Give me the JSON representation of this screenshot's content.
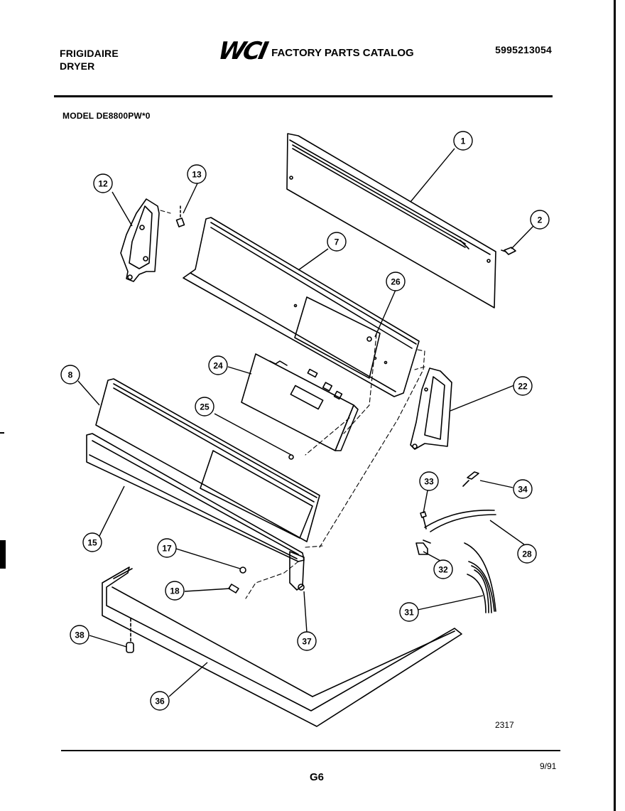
{
  "header": {
    "brand_line1": "FRIGIDAIRE",
    "brand_line2": "DRYER",
    "logo": "WCI",
    "catalog_title": "FACTORY PARTS CATALOG",
    "part_number": "5995213054",
    "model": "MODEL DE8800PW*0"
  },
  "diagram": {
    "callouts": [
      "1",
      "2",
      "7",
      "8",
      "12",
      "13",
      "15",
      "17",
      "18",
      "22",
      "24",
      "25",
      "26",
      "28",
      "31",
      "32",
      "33",
      "34",
      "36",
      "37",
      "38"
    ],
    "figure_number": "2317"
  },
  "footer": {
    "page": "G6",
    "date": "9/91"
  }
}
